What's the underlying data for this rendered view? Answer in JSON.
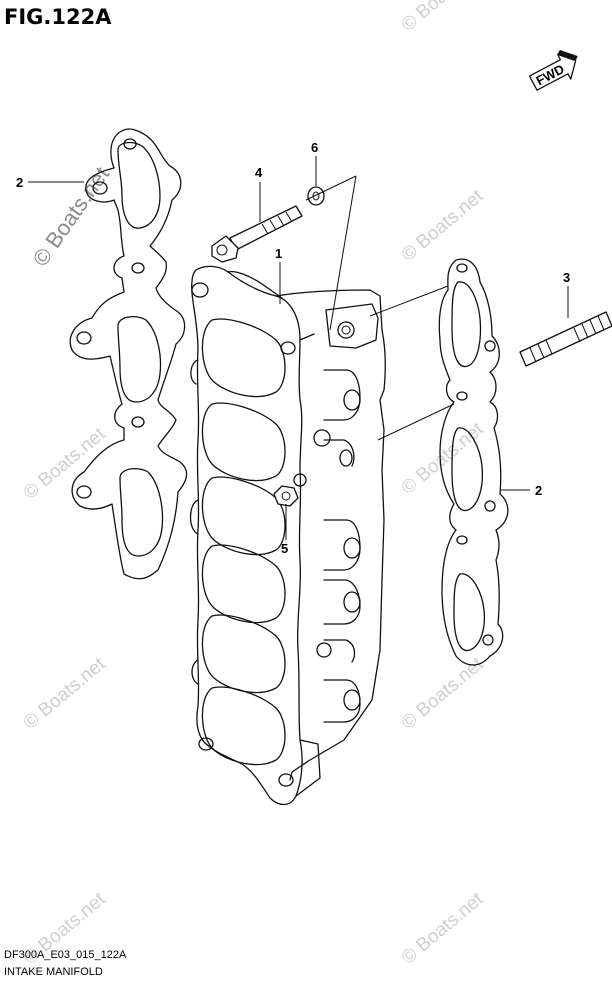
{
  "figure": {
    "title": "FIG.122A",
    "code": "DF300A_E03_015_122A",
    "caption": "INTAKE MANIFOLD"
  },
  "direction_badge": {
    "label": "FWD"
  },
  "watermark": {
    "text": "© Boats.net"
  },
  "callouts": [
    {
      "id": "1"
    },
    {
      "id": "2"
    },
    {
      "id": "2"
    },
    {
      "id": "3"
    },
    {
      "id": "4"
    },
    {
      "id": "5"
    },
    {
      "id": "6"
    }
  ]
}
